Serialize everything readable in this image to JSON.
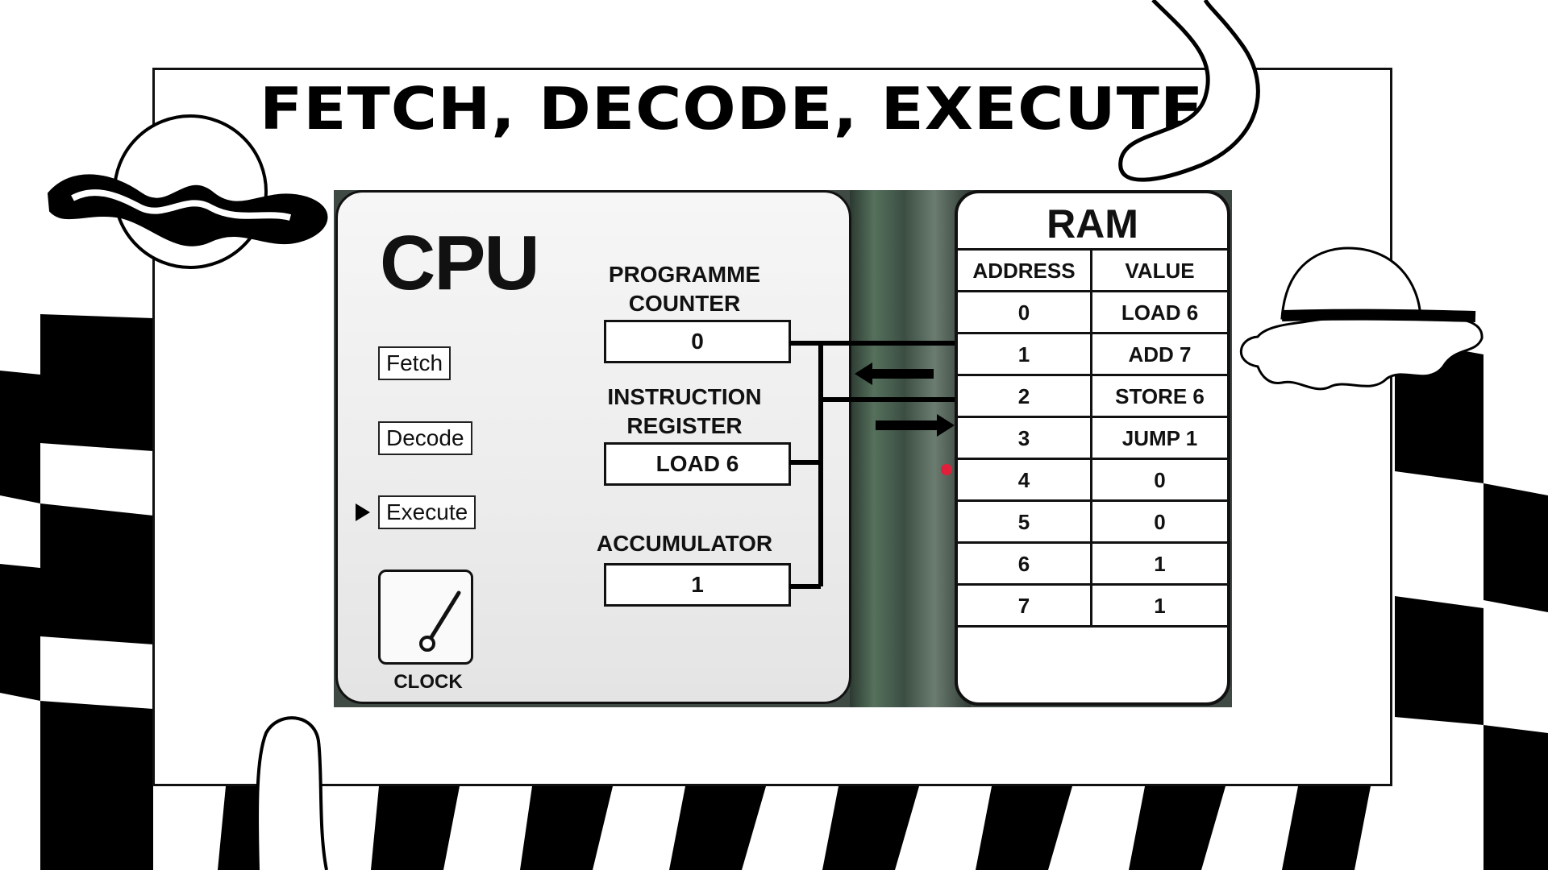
{
  "title": "FETCH, DECODE, EXECUTE",
  "cpu": {
    "label": "CPU",
    "steps": [
      "Fetch",
      "Decode",
      "Execute"
    ],
    "current_step": "Execute",
    "clock_label": "CLOCK"
  },
  "registers": {
    "programme_counter": {
      "label": "PROGRAMME COUNTER",
      "value": "0"
    },
    "instruction_register": {
      "label": "INSTRUCTION REGISTER",
      "value": "LOAD 6"
    },
    "accumulator": {
      "label": "ACCUMULATOR",
      "value": "1"
    }
  },
  "ram": {
    "title": "RAM",
    "headers": [
      "ADDRESS",
      "VALUE"
    ],
    "rows": [
      [
        "0",
        "LOAD 6"
      ],
      [
        "1",
        "ADD 7"
      ],
      [
        "2",
        "STORE 6"
      ],
      [
        "3",
        "JUMP 1"
      ],
      [
        "4",
        "0"
      ],
      [
        "5",
        "0"
      ],
      [
        "6",
        "1"
      ],
      [
        "7",
        "1"
      ]
    ]
  },
  "colors": {
    "ink": "#111111",
    "paper": "#ffffff",
    "board": "#3f4a44",
    "accent_dot": "#e0203a"
  }
}
